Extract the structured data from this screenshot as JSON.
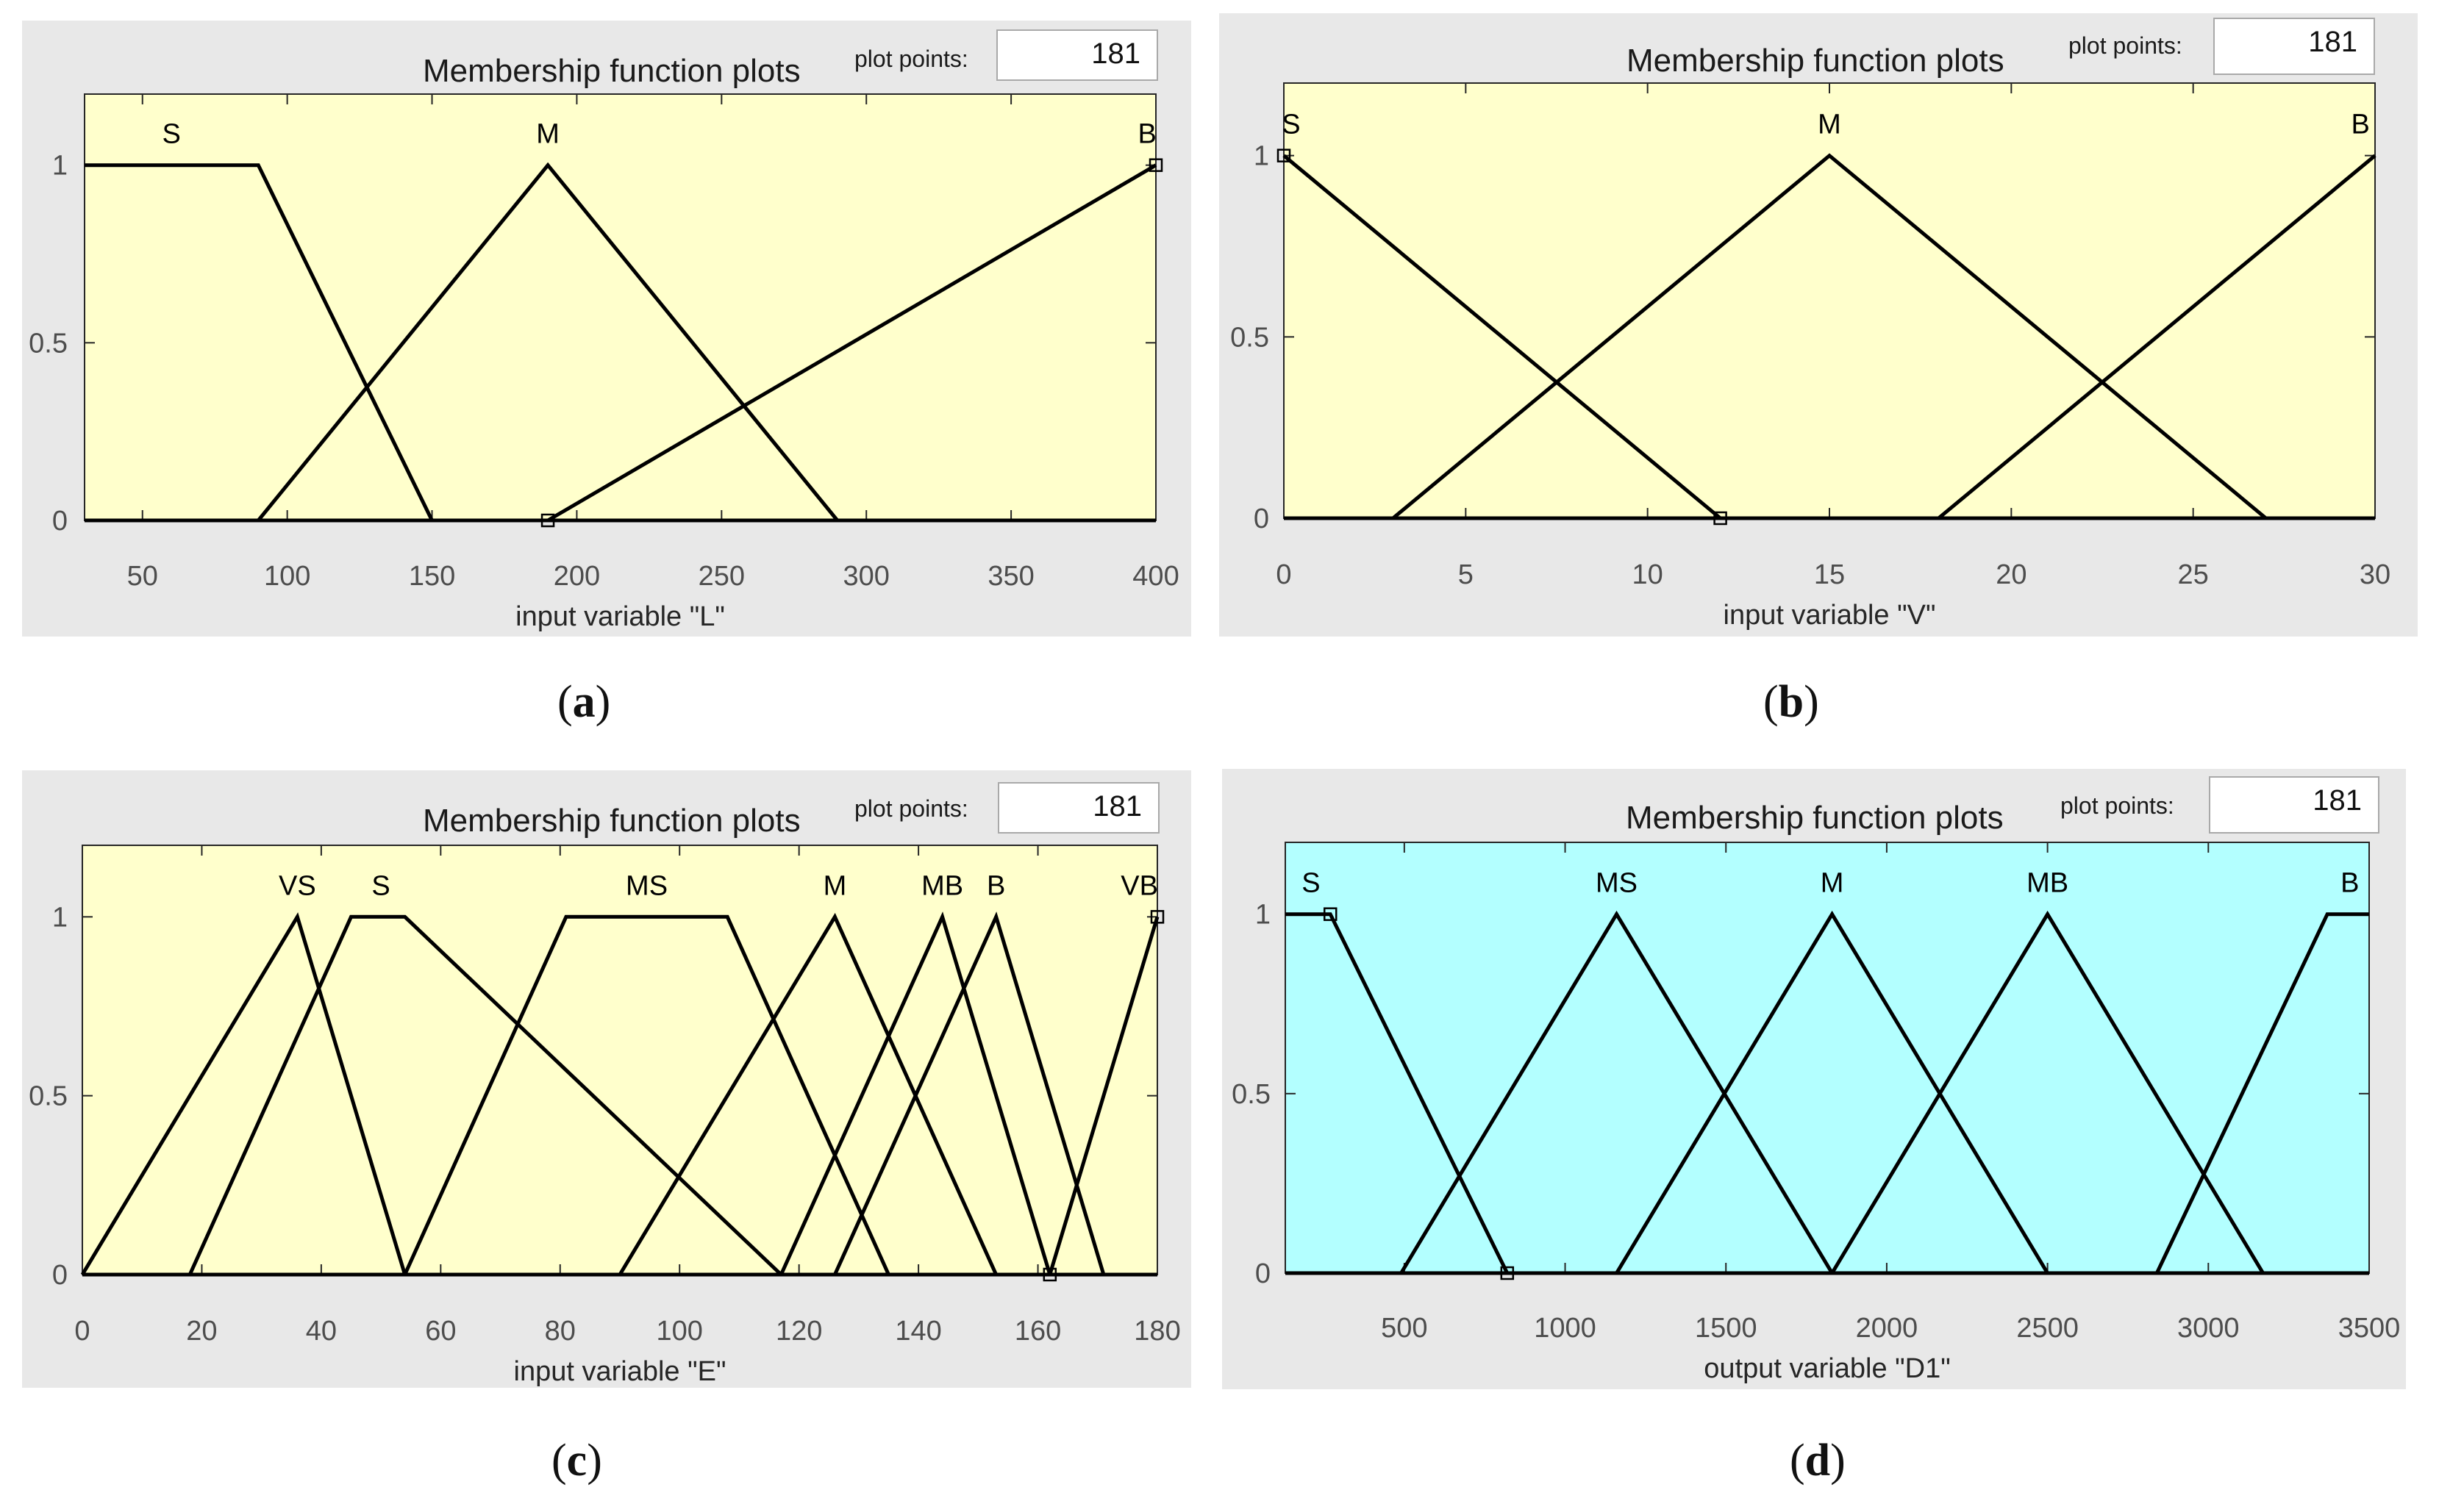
{
  "panels": [
    {
      "id": "a",
      "title": "Membership function plots",
      "plot_points_label": "plot points:",
      "plot_points_value": "181",
      "caption": "a",
      "plot_bg": "#ffffcc"
    },
    {
      "id": "b",
      "title": "Membership function plots",
      "plot_points_label": "plot points:",
      "plot_points_value": "181",
      "caption": "b",
      "plot_bg": "#ffffcc"
    },
    {
      "id": "c",
      "title": "Membership function plots",
      "plot_points_label": "plot points:",
      "plot_points_value": "181",
      "caption": "c",
      "plot_bg": "#ffffcc"
    },
    {
      "id": "d",
      "title": "Membership function plots",
      "plot_points_label": "plot points:",
      "plot_points_value": "181",
      "caption": "d",
      "plot_bg": "#b3ffff"
    }
  ],
  "chart_data": [
    {
      "type": "line",
      "xlabel": "input variable \"L\"",
      "xlim": [
        30,
        400
      ],
      "ylim": [
        0,
        1.2
      ],
      "xticks": [
        50,
        100,
        150,
        200,
        250,
        300,
        350,
        400
      ],
      "yticks": [
        0,
        0.5,
        1
      ],
      "ytick_labels": [
        "0",
        "0.5",
        "1"
      ],
      "series": [
        {
          "name": "S",
          "points": [
            [
              30,
              1
            ],
            [
              90,
              1
            ],
            [
              150,
              0
            ],
            [
              400,
              0
            ]
          ],
          "label_x": 60
        },
        {
          "name": "M",
          "points": [
            [
              30,
              0
            ],
            [
              90,
              0
            ],
            [
              190,
              1
            ],
            [
              290,
              0
            ],
            [
              400,
              0
            ]
          ],
          "label_x": 190
        },
        {
          "name": "B",
          "points": [
            [
              30,
              0
            ],
            [
              190,
              0
            ],
            [
              400,
              1
            ]
          ],
          "label_x": 397
        }
      ],
      "markers": [
        [
          190,
          0
        ],
        [
          400,
          1
        ]
      ]
    },
    {
      "type": "line",
      "xlabel": "input variable \"V\"",
      "xlim": [
        0,
        30
      ],
      "ylim": [
        0,
        1.2
      ],
      "xticks": [
        0,
        5,
        10,
        15,
        20,
        25,
        30
      ],
      "yticks": [
        0,
        0.5,
        1
      ],
      "ytick_labels": [
        "0",
        "0.5",
        "1"
      ],
      "series": [
        {
          "name": "S",
          "points": [
            [
              0,
              1
            ],
            [
              12,
              0
            ],
            [
              30,
              0
            ]
          ],
          "label_x": 0.2
        },
        {
          "name": "M",
          "points": [
            [
              0,
              0
            ],
            [
              3,
              0
            ],
            [
              15,
              1
            ],
            [
              27,
              0
            ],
            [
              30,
              0
            ]
          ],
          "label_x": 15
        },
        {
          "name": "B",
          "points": [
            [
              0,
              0
            ],
            [
              18,
              0
            ],
            [
              30,
              1
            ]
          ],
          "label_x": 29.6
        }
      ],
      "markers": [
        [
          0,
          1
        ],
        [
          12,
          0
        ]
      ]
    },
    {
      "type": "line",
      "xlabel": "input variable \"E\"",
      "xlim": [
        0,
        180
      ],
      "ylim": [
        0,
        1.2
      ],
      "xticks": [
        0,
        20,
        40,
        60,
        80,
        100,
        120,
        140,
        160,
        180
      ],
      "yticks": [
        0,
        0.5,
        1
      ],
      "ytick_labels": [
        "0",
        "0.5",
        "1"
      ],
      "series": [
        {
          "name": "VS",
          "points": [
            [
              0,
              0
            ],
            [
              36,
              1
            ],
            [
              54,
              0
            ],
            [
              180,
              0
            ]
          ],
          "label_x": 36
        },
        {
          "name": "S",
          "points": [
            [
              0,
              0
            ],
            [
              18,
              0
            ],
            [
              45,
              1
            ],
            [
              54,
              1
            ],
            [
              117,
              0
            ],
            [
              180,
              0
            ]
          ],
          "label_x": 50
        },
        {
          "name": "MS",
          "points": [
            [
              0,
              0
            ],
            [
              54,
              0
            ],
            [
              81,
              1
            ],
            [
              108,
              1
            ],
            [
              135,
              0
            ],
            [
              180,
              0
            ]
          ],
          "label_x": 94.5
        },
        {
          "name": "M",
          "points": [
            [
              0,
              0
            ],
            [
              90,
              0
            ],
            [
              126,
              1
            ],
            [
              153,
              0
            ],
            [
              180,
              0
            ]
          ],
          "label_x": 126
        },
        {
          "name": "MB",
          "points": [
            [
              0,
              0
            ],
            [
              117,
              0
            ],
            [
              144,
              1
            ],
            [
              162,
              0
            ],
            [
              180,
              0
            ]
          ],
          "label_x": 144
        },
        {
          "name": "B",
          "points": [
            [
              0,
              0
            ],
            [
              126,
              0
            ],
            [
              153,
              1
            ],
            [
              171,
              0
            ],
            [
              180,
              0
            ]
          ],
          "label_x": 153
        },
        {
          "name": "VB",
          "points": [
            [
              0,
              0
            ],
            [
              162,
              0
            ],
            [
              180,
              1
            ]
          ],
          "label_x": 177
        }
      ],
      "markers": [
        [
          162,
          0
        ],
        [
          180,
          1
        ]
      ]
    },
    {
      "type": "line",
      "xlabel": "output variable \"D1\"",
      "xlim": [
        130,
        3500
      ],
      "ylim": [
        0,
        1.2
      ],
      "xticks": [
        500,
        1000,
        1500,
        2000,
        2500,
        3000,
        3500
      ],
      "yticks": [
        0,
        0.5,
        1
      ],
      "ytick_labels": [
        "0",
        "0.5",
        "1"
      ],
      "series": [
        {
          "name": "S",
          "points": [
            [
              130,
              1
            ],
            [
              270,
              1
            ],
            [
              820,
              0
            ],
            [
              3500,
              0
            ]
          ],
          "label_x": 210
        },
        {
          "name": "MS",
          "points": [
            [
              130,
              0
            ],
            [
              490,
              0
            ],
            [
              1160,
              1
            ],
            [
              1830,
              0
            ],
            [
              3500,
              0
            ]
          ],
          "label_x": 1160
        },
        {
          "name": "M",
          "points": [
            [
              130,
              0
            ],
            [
              1160,
              0
            ],
            [
              1830,
              1
            ],
            [
              2500,
              0
            ],
            [
              3500,
              0
            ]
          ],
          "label_x": 1830
        },
        {
          "name": "MB",
          "points": [
            [
              130,
              0
            ],
            [
              1830,
              0
            ],
            [
              2500,
              1
            ],
            [
              3170,
              0
            ],
            [
              3500,
              0
            ]
          ],
          "label_x": 2500
        },
        {
          "name": "B",
          "points": [
            [
              130,
              0
            ],
            [
              2840,
              0
            ],
            [
              3370,
              1
            ],
            [
              3500,
              1
            ]
          ],
          "label_x": 3440
        }
      ],
      "markers": [
        [
          270,
          1
        ],
        [
          820,
          0
        ]
      ]
    }
  ]
}
